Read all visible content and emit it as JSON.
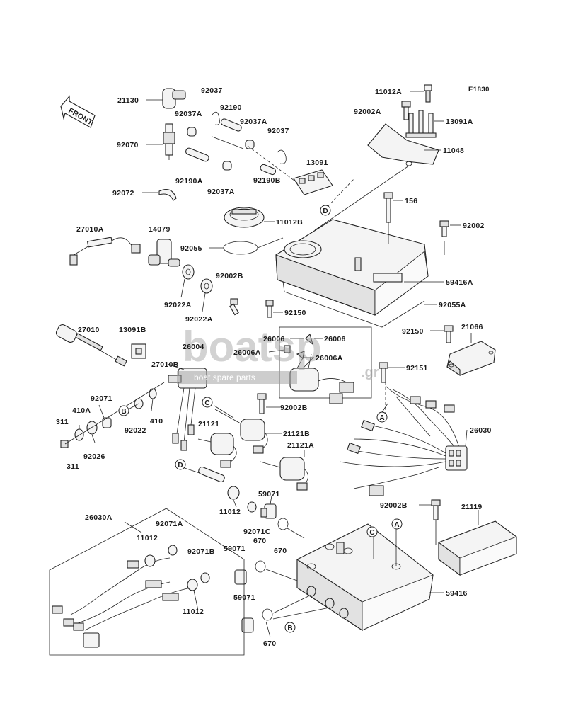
{
  "diagram": {
    "code": "E1830",
    "front_label": "FRONT",
    "watermark": {
      "brand": "boatsp",
      "tagline": "boat spare parts",
      "suffix": ".gr"
    },
    "parts": [
      {
        "id": "p21130",
        "label": "21130"
      },
      {
        "id": "p92037a",
        "label": "92037"
      },
      {
        "id": "p92190",
        "label": "92190"
      },
      {
        "id": "p92037A1",
        "label": "92037A"
      },
      {
        "id": "p92037A2",
        "label": "92037A"
      },
      {
        "id": "p92037b",
        "label": "92037"
      },
      {
        "id": "p92070",
        "label": "92070"
      },
      {
        "id": "p92190A",
        "label": "92190A"
      },
      {
        "id": "p92037A3",
        "label": "92037A"
      },
      {
        "id": "p92190B",
        "label": "92190B"
      },
      {
        "id": "p13091",
        "label": "13091"
      },
      {
        "id": "p92072",
        "label": "92072"
      },
      {
        "id": "p11012A",
        "label": "11012A"
      },
      {
        "id": "p92002A",
        "label": "92002A"
      },
      {
        "id": "p13091A",
        "label": "13091A"
      },
      {
        "id": "p11048",
        "label": "11048"
      },
      {
        "id": "p156",
        "label": "156"
      },
      {
        "id": "p11012B",
        "label": "11012B"
      },
      {
        "id": "p92002",
        "label": "92002"
      },
      {
        "id": "p27010A",
        "label": "27010A"
      },
      {
        "id": "p14079",
        "label": "14079"
      },
      {
        "id": "p92055",
        "label": "92055"
      },
      {
        "id": "p59416A",
        "label": "59416A"
      },
      {
        "id": "p92002B1",
        "label": "92002B"
      },
      {
        "id": "p92022A1",
        "label": "92022A"
      },
      {
        "id": "p92022A2",
        "label": "92022A"
      },
      {
        "id": "p92055A",
        "label": "92055A"
      },
      {
        "id": "p92150a",
        "label": "92150"
      },
      {
        "id": "p27010",
        "label": "27010"
      },
      {
        "id": "p13091B",
        "label": "13091B"
      },
      {
        "id": "p26006a",
        "label": "26006"
      },
      {
        "id": "p26006b",
        "label": "26006"
      },
      {
        "id": "p92150b",
        "label": "92150"
      },
      {
        "id": "p21066",
        "label": "21066"
      },
      {
        "id": "p26004",
        "label": "26004"
      },
      {
        "id": "p26006A1",
        "label": "26006A"
      },
      {
        "id": "p26006A2",
        "label": "26006A"
      },
      {
        "id": "p27010B",
        "label": "27010B"
      },
      {
        "id": "p92151",
        "label": "92151"
      },
      {
        "id": "p92071",
        "label": "92071"
      },
      {
        "id": "p410A",
        "label": "410A"
      },
      {
        "id": "p92002B2",
        "label": "92002B"
      },
      {
        "id": "p311a",
        "label": "311"
      },
      {
        "id": "p92022",
        "label": "92022"
      },
      {
        "id": "p410",
        "label": "410"
      },
      {
        "id": "p21121",
        "label": "21121"
      },
      {
        "id": "p21121B",
        "label": "21121B"
      },
      {
        "id": "p26030",
        "label": "26030"
      },
      {
        "id": "p92026",
        "label": "92026"
      },
      {
        "id": "p311b",
        "label": "311"
      },
      {
        "id": "p21121A",
        "label": "21121A"
      },
      {
        "id": "p59071a",
        "label": "59071"
      },
      {
        "id": "p11012a",
        "label": "11012"
      },
      {
        "id": "p92071C",
        "label": "92071C"
      },
      {
        "id": "p92002B3",
        "label": "92002B"
      },
      {
        "id": "p21119",
        "label": "21119"
      },
      {
        "id": "p26030A",
        "label": "26030A"
      },
      {
        "id": "p92071A",
        "label": "92071A"
      },
      {
        "id": "p670a",
        "label": "670"
      },
      {
        "id": "p670b",
        "label": "670"
      },
      {
        "id": "p11012b",
        "label": "11012"
      },
      {
        "id": "p92071B",
        "label": "92071B"
      },
      {
        "id": "p59071b",
        "label": "59071"
      },
      {
        "id": "p59416",
        "label": "59416"
      },
      {
        "id": "p11012c",
        "label": "11012"
      },
      {
        "id": "p59071c",
        "label": "59071"
      },
      {
        "id": "p670c",
        "label": "670"
      }
    ],
    "refs": [
      {
        "id": "rD1",
        "label": "D"
      },
      {
        "id": "rB1",
        "label": "B"
      },
      {
        "id": "rC1",
        "label": "C"
      },
      {
        "id": "rA1",
        "label": "A"
      },
      {
        "id": "rD2",
        "label": "D"
      },
      {
        "id": "rC2",
        "label": "C"
      },
      {
        "id": "rA2",
        "label": "A"
      },
      {
        "id": "rB2",
        "label": "B"
      }
    ]
  }
}
